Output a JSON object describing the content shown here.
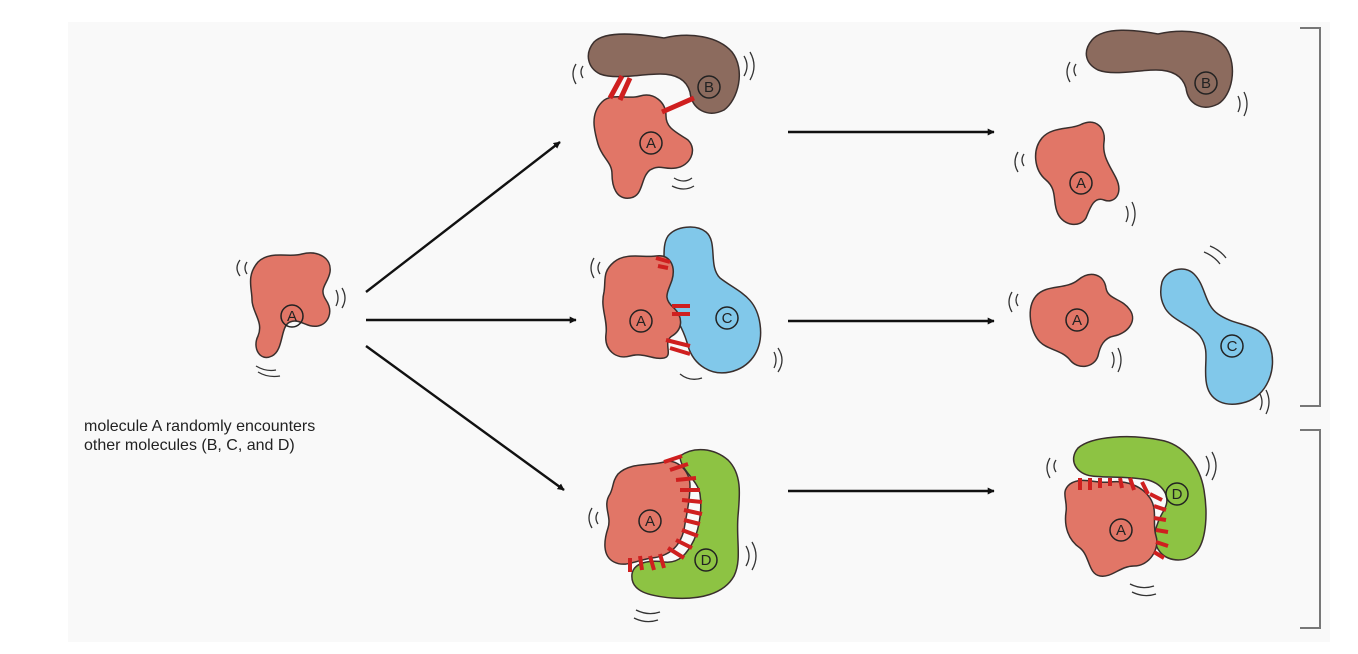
{
  "caption": {
    "line1": "molecule A randomly encounters",
    "line2": "other molecules (B, C, and D)"
  },
  "molecules": {
    "A": "A",
    "B": "B",
    "C": "C",
    "D": "D"
  },
  "colors": {
    "panel_background": "#f9f9f9",
    "molecule_a": "#e17667",
    "molecule_b": "#8c6b5e",
    "molecule_c": "#81c8ea",
    "molecule_d": "#8dc343",
    "bond": "#cf1f1f",
    "outline": "#3a2f2d",
    "arrow": "#111111",
    "bracket": "#777777"
  }
}
